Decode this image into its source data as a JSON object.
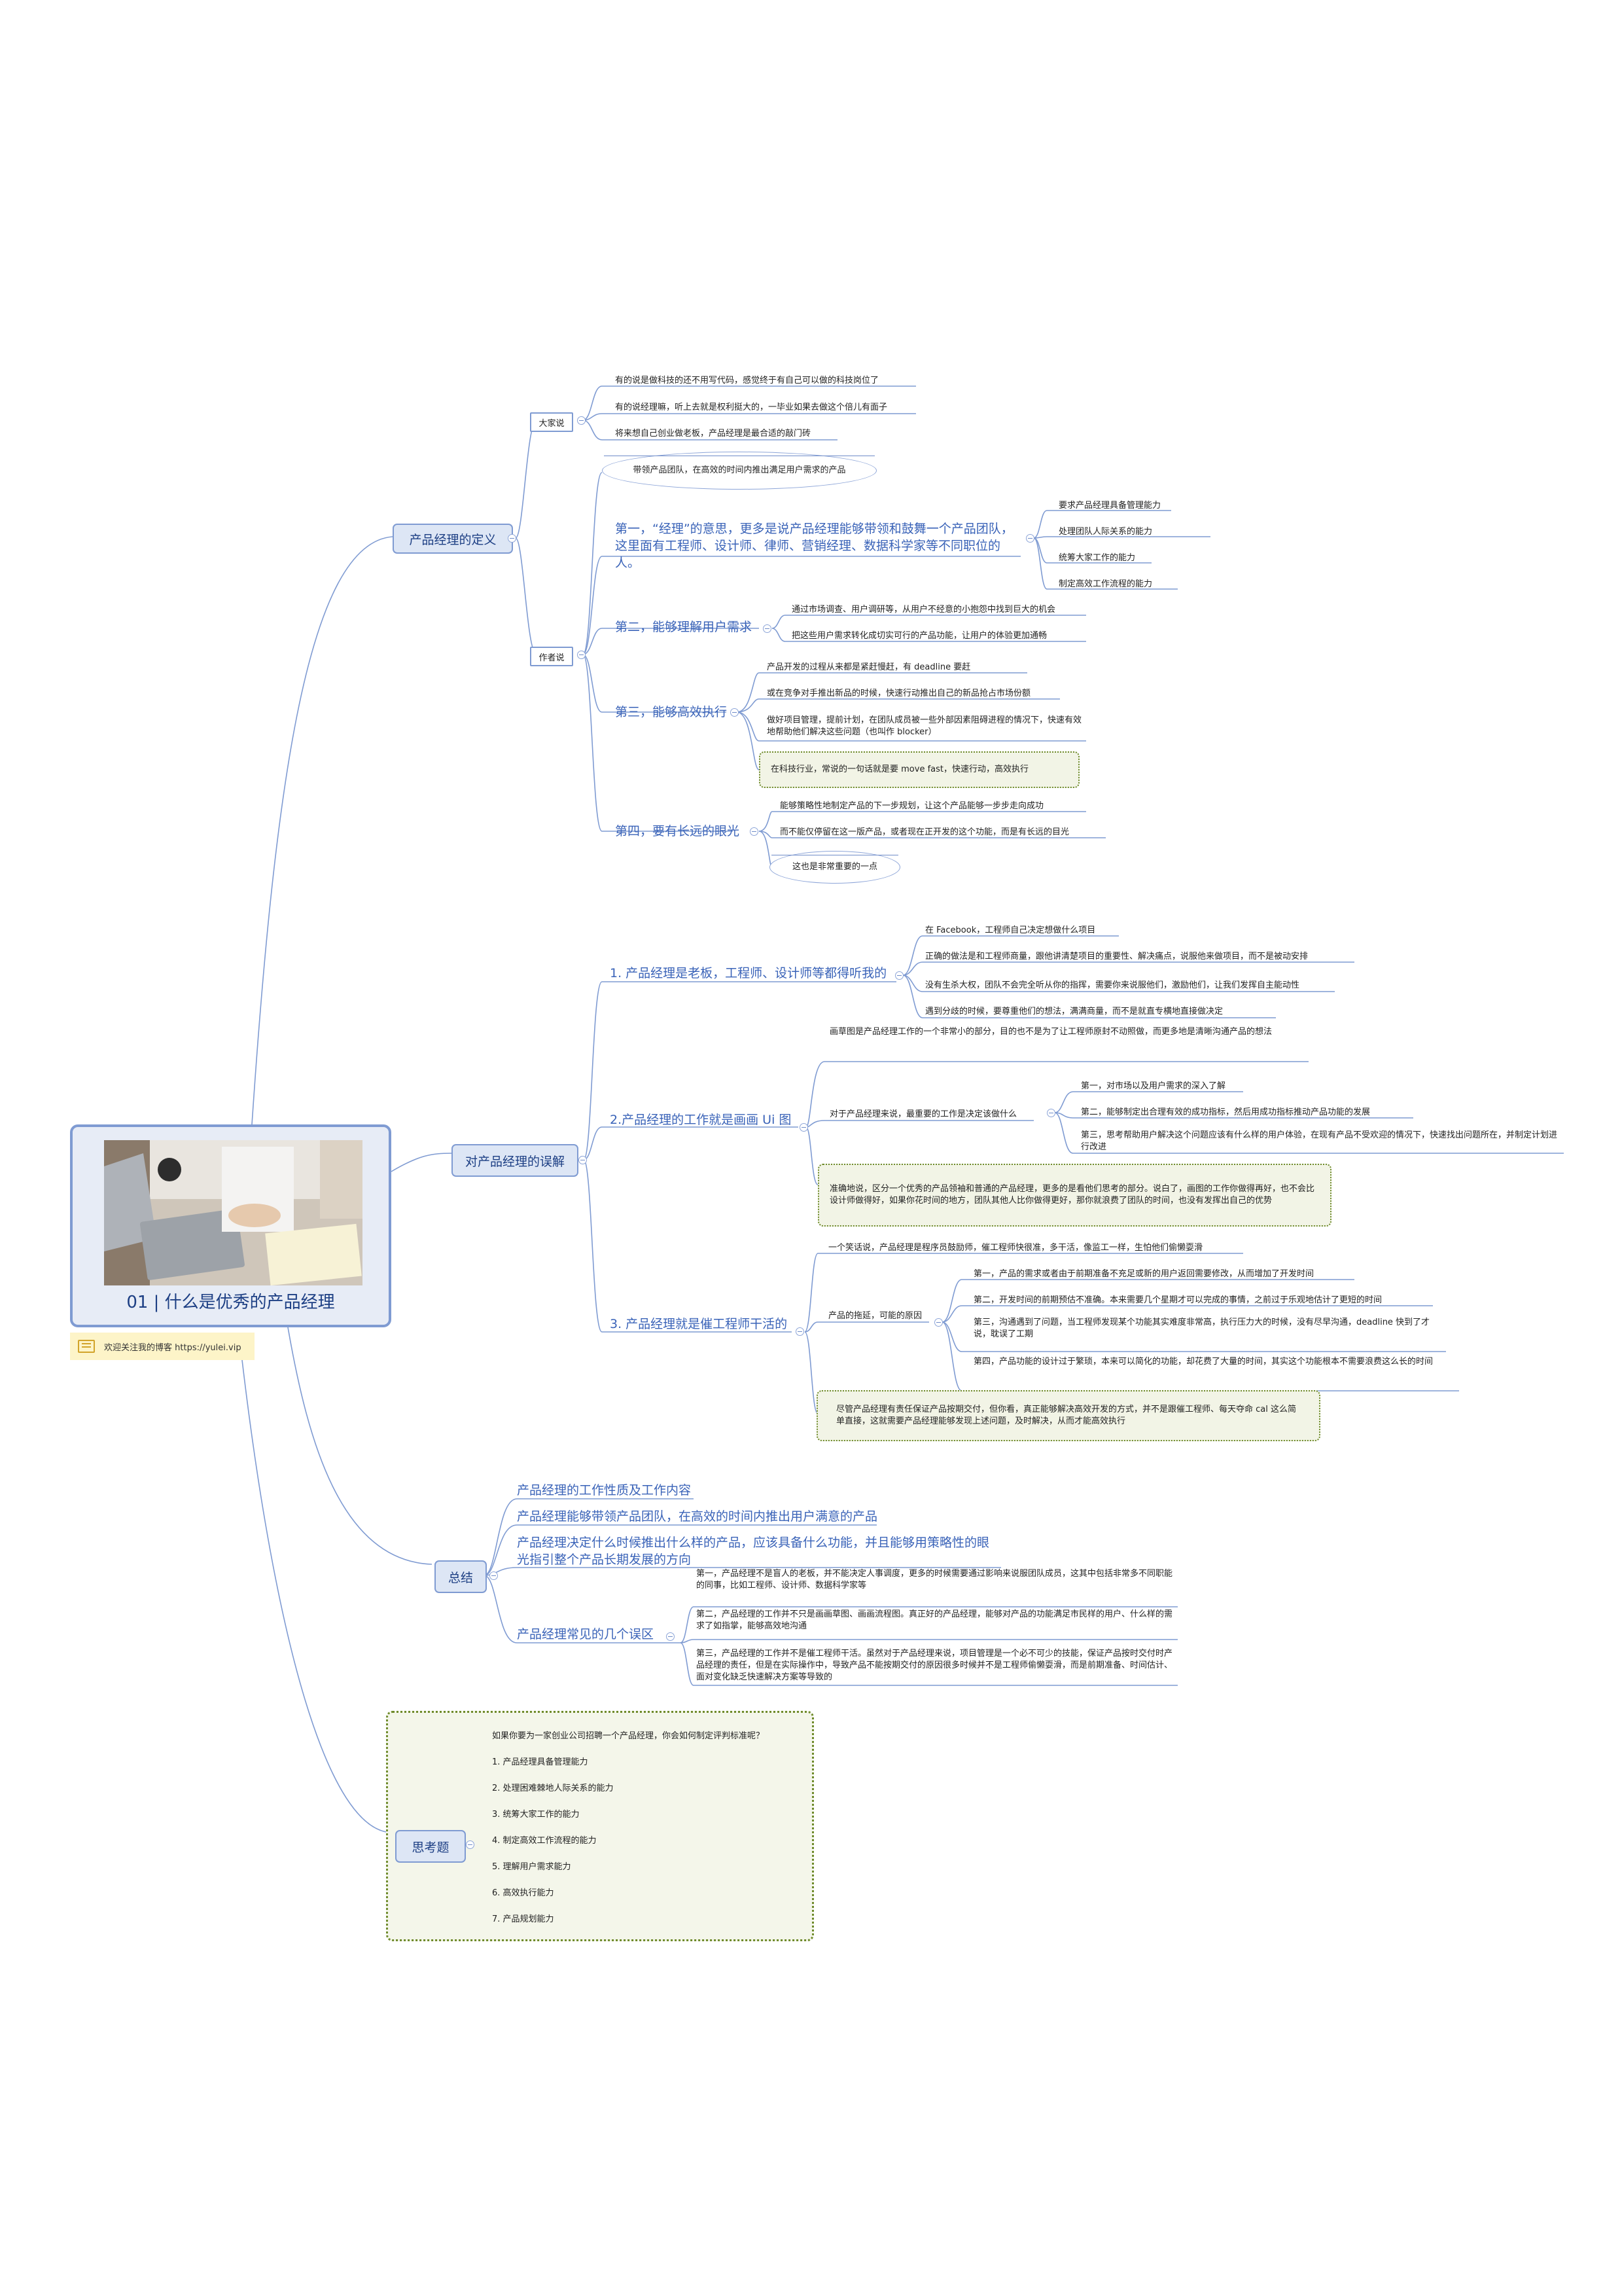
{
  "root": {
    "title": "01 | 什么是优秀的产品经理",
    "image_icon": "laptop-photo",
    "note": "欢迎关注我的博客 https://yulei.vip",
    "note_icon": "note-icon"
  },
  "colors": {
    "line": "#7f9bd2",
    "topic_bg": "#dde6f5",
    "sub_text": "#3a63b8",
    "dotted_border": "#6e8a2a",
    "dotted_bg": "#f2f4e6",
    "note_bg": "#fdf4c8"
  },
  "definition": {
    "label": "产品经理的定义",
    "dajia": {
      "label": "大家说",
      "items": [
        "有的说是做科技的还不用写代码，感觉终于有自己可以做的科技岗位了",
        "有的说经理嘛，听上去就是权利挺大的，一毕业如果去做这个倍儿有面子",
        "将来想自己创业做老板，产品经理是最合适的敲门砖"
      ]
    },
    "zuozhe": {
      "label": "作者说",
      "summary": "带领产品团队，在高效的时间内推出满足用户需求的产品",
      "points": [
        {
          "label": "第一，“经理”的意思，更多是说产品经理能够带领和鼓舞一个产品团队，这里面有工程师、设计师、律师、营销经理、数据科学家等不同职位的人。",
          "items": [
            "要求产品经理具备管理能力",
            "处理团队人际关系的能力",
            "统筹大家工作的能力",
            "制定高效工作流程的能力"
          ]
        },
        {
          "label": "第二，能够理解用户需求",
          "items": [
            "通过市场调查、用户调研等，从用户不经意的小抱怨中找到巨大的机会",
            "把这些用户需求转化成切实可行的产品功能，让用户的体验更加通畅"
          ]
        },
        {
          "label": "第三，能够高效执行",
          "items": [
            "产品开发的过程从来都是紧赶慢赶，有 deadline 要赶",
            "或在竞争对手推出新品的时候，快速行动推出自己的新品抢占市场份额",
            "做好项目管理，提前计划，在团队成员被一些外部因素阻碍进程的情况下，快速有效地帮助他们解决这些问题（也叫作 blocker）"
          ],
          "highlight": "在科技行业，常说的一句话就是要 move fast，快速行动，高效执行"
        },
        {
          "label": "第四，要有长远的眼光",
          "items": [
            "能够策略性地制定产品的下一步规划，让这个产品能够一步步走向成功",
            "而不能仅停留在这一版产品，或者现在正开发的这个功能，而是有长远的目光"
          ],
          "highlight": "这也是非常重要的一点"
        }
      ]
    }
  },
  "misconceptions": {
    "label": "对产品经理的误解",
    "m1": {
      "label": "1. 产品经理是老板，工程师、设计师等都得听我的",
      "items": [
        "在 Facebook，工程师自己决定想做什么项目",
        "正确的做法是和工程师商量，跟他讲清楚项目的重要性、解决痛点，说服他来做项目，而不是被动安排",
        "没有生杀大权，团队不会完全听从你的指挥，需要你来说服他们，激励他们，让我们发挥自主能动性",
        "遇到分歧的时候，要尊重他们的想法，满满商量，而不是就直专横地直接做决定"
      ]
    },
    "m2": {
      "label": "2.产品经理的工作就是画画 Ui 图",
      "intro": "画草图是产品经理工作的一个非常小的部分，目的也不是为了让工程师原封不动照做，而更多地是清晰沟通产品的想法",
      "decide": {
        "label": "对于产品经理来说，最重要的工作是决定该做什么",
        "items": [
          "第一，对市场以及用户需求的深入了解",
          "第二，能够制定出合理有效的成功指标，然后用成功指标推动产品功能的发展",
          "第三，思考帮助用户解决这个问题应该有什么样的用户体验，在现有产品不受欢迎的情况下，快速找出问题所在，并制定计划进行改进"
        ]
      },
      "highlight": "准确地说，区分一个优秀的产品领袖和普通的产品经理，更多的是看他们思考的部分。说白了，画图的工作你做得再好，也不会比设计师做得好，如果你花时间的地方，团队其他人比你做得更好，那你就浪费了团队的时间，也没有发挥出自己的优势"
    },
    "m3": {
      "label": "3. 产品经理就是催工程师干活的",
      "intro": "一个笑话说，产品经理是程序员鼓励师，催工程师快很准，多干活，像监工一样，生怕他们偷懒耍滑",
      "delay": {
        "label": "产品的拖延，可能的原因",
        "items": [
          "第一，产品的需求或者由于前期准备不充足或新的用户返回需要修改，从而增加了开发时间",
          "第二，开发时间的前期预估不准确。本来需要几个星期才可以完成的事情，之前过于乐观地估计了更短的时间",
          "第三，沟通遇到了问题，当工程师发现某个功能其实难度非常高，执行压力大的时候，没有尽早沟通，deadline 快到了才说，耽误了工期",
          "第四，产品功能的设计过于繁琐，本来可以简化的功能，却花费了大量的时间，其实这个功能根本不需要浪费这么长的时间"
        ]
      },
      "highlight": "尽管产品经理有责任保证产品按期交付，但你看，真正能够解决高效开发的方式，并不是跟催工程师、每天夺命 cal 这么简单直接，这就需要产品经理能够发现上述问题，及时解决，从而才能高效执行"
    }
  },
  "summary": {
    "label": "总结",
    "items": [
      "产品经理的工作性质及工作内容",
      "产品经理能够带领产品团队，在高效的时间内推出用户满意的产品",
      "产品经理决定什么时候推出什么样的产品，应该具备什么功能，并且能够用策略性的眼光指引整个产品长期发展的方向"
    ],
    "errors": {
      "label": "产品经理常见的几个误区",
      "items": [
        "第一，产品经理不是盲人的老板，并不能决定人事调度，更多的时候需要通过影响来说服团队成员，这其中包括非常多不同职能的同事，比如工程师、设计师、数据科学家等",
        "第二，产品经理的工作并不只是画画草图、画画流程图。真正好的产品经理，能够对产品的功能满足市民样的用户、什么样的需求了如指掌，能够高效地沟通",
        "第三，产品经理的工作并不是催工程师干活。虽然对于产品经理来说，项目管理是一个必不可少的技能，保证产品按时交付时产品经理的责任，但是在实际操作中，导致产品不能按期交付的原因很多时候并不是工程师偷懒耍滑，而是前期准备、时间估计、面对变化缺乏快速解决方案等导致的"
      ]
    }
  },
  "think": {
    "label": "思考题",
    "question": "如果你要为一家创业公司招聘一个产品经理，你会如何制定评判标准呢？",
    "items": [
      "1. 产品经理具备管理能力",
      "2. 处理困难棘地人际关系的能力",
      "3. 统筹大家工作的能力",
      "4. 制定高效工作流程的能力",
      "5. 理解用户需求能力",
      "6. 高效执行能力",
      "7. 产品规划能力"
    ]
  }
}
